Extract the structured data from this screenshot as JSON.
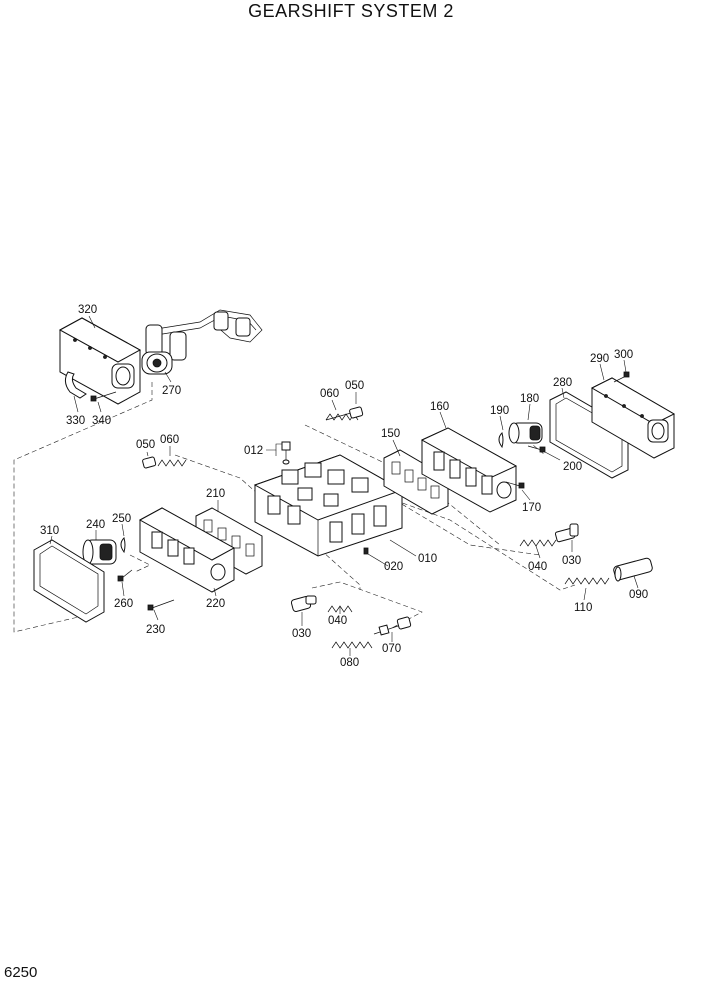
{
  "title": "GEARSHIFT SYSTEM 2",
  "page_number": "6250",
  "labels": {
    "l320": "320",
    "l270": "270",
    "l330": "330",
    "l340": "340",
    "l060a": "060",
    "l050a": "050",
    "l050b": "050",
    "l060b": "060",
    "l012": "012",
    "l150": "150",
    "l160": "160",
    "l190": "190",
    "l180": "180",
    "l280": "280",
    "l290": "290",
    "l300": "300",
    "l200": "200",
    "l170": "170",
    "l210": "210",
    "l310": "310",
    "l240": "240",
    "l250": "250",
    "l260": "260",
    "l220": "220",
    "l230": "230",
    "l010": "010",
    "l020": "020",
    "l040a": "040",
    "l030a": "030",
    "l110": "110",
    "l090": "090",
    "l030b": "030",
    "l040b": "040",
    "l080": "080",
    "l070": "070"
  }
}
